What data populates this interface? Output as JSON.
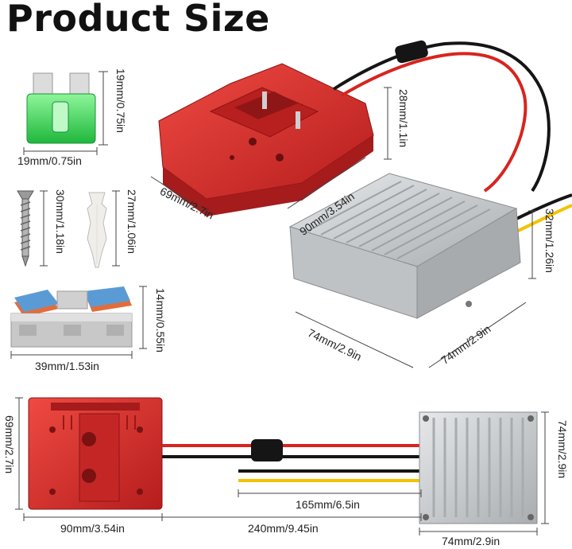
{
  "title": "Product Size",
  "dimensions": {
    "fuse_height": "19mm/0.75in",
    "fuse_width": "19mm/0.75in",
    "screw_length": "30mm/1.18in",
    "anchor_length": "27mm/1.06in",
    "connector_height": "14mm/0.55in",
    "connector_width": "39mm/1.53in",
    "adapter_width": "69mm/2.7in",
    "adapter_length": "90mm/3.54in",
    "adapter_height": "28mm/1.1in",
    "converter_height": "32mm/1.26in",
    "converter_width": "74mm/2.9in",
    "converter_depth": "74mm/2.9in",
    "bottom_adapter_height": "69mm/2.7in",
    "bottom_adapter_width": "90mm/3.54in",
    "total_cable_length": "240mm/9.45in",
    "output_cable_length": "165mm/6.5in",
    "bottom_converter_height": "74mm/2.9in",
    "bottom_converter_width": "74mm/2.9in"
  },
  "colors": {
    "adapter_red": "#d42a2a",
    "converter_silver": "#c9ccce",
    "wire_red": "#d8241e",
    "wire_black": "#151515",
    "wire_yellow": "#f2c400",
    "fuse_green": "#2fd44e"
  }
}
